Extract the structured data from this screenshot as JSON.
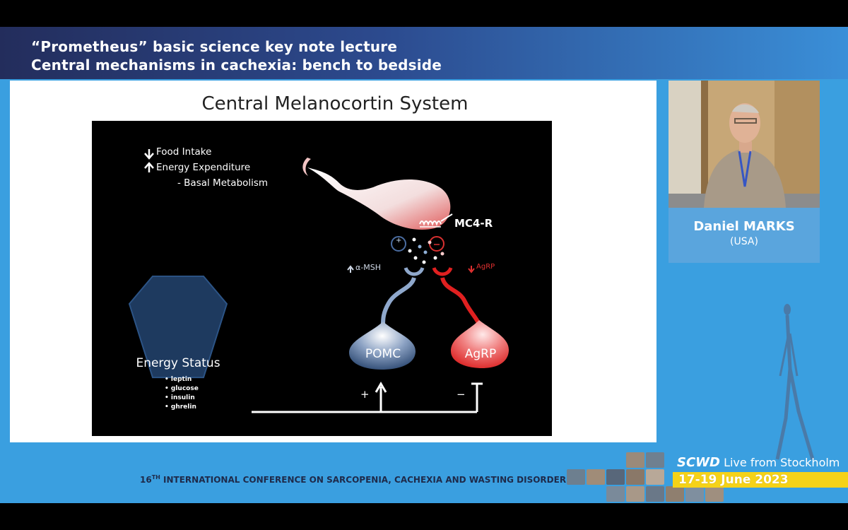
{
  "header": {
    "title_line_1": "“Prometheus” basic science key note lecture",
    "title_line_2": "Central mechanisms in cachexia: bench to bedside"
  },
  "slide": {
    "title": "Central Melanocortin System",
    "effects": {
      "food_intake": "Food Intake",
      "energy_expenditure": "Energy Expenditure",
      "basal_metabolism": "- Basal Metabolism"
    },
    "receptor_label": "MC4-R",
    "plus_symbol": "+",
    "minus_symbol": "−",
    "alpha_msh_label": "α-MSH",
    "agrp_small_label": "AgRP",
    "pomc_label": "POMC",
    "agrp_label": "AgRP",
    "energy_status": {
      "title": "Energy Status",
      "items": [
        "leptin",
        "glucose",
        "insulin",
        "ghrelin"
      ]
    },
    "colors": {
      "pomc": "#1f3c66",
      "agrp": "#e02020",
      "hexagon": "#1e3a5f",
      "panel": "#000000"
    }
  },
  "speaker": {
    "name": "Daniel MARKS",
    "country": "(USA)"
  },
  "footer": {
    "conference_ordinal": "16",
    "conference_suffix": "TH",
    "conference_name": " INTERNATIONAL CONFERENCE ON SARCOPENIA, CACHEXIA  AND WASTING DISORDERS",
    "scwd": "SCWD",
    "live_from": " Live from Stockholm",
    "dates": "17-19 June 2023"
  },
  "colors": {
    "background": "#3a9fe0",
    "title_bar_dark": "#232d5c",
    "date_bar": "#f5d218"
  }
}
